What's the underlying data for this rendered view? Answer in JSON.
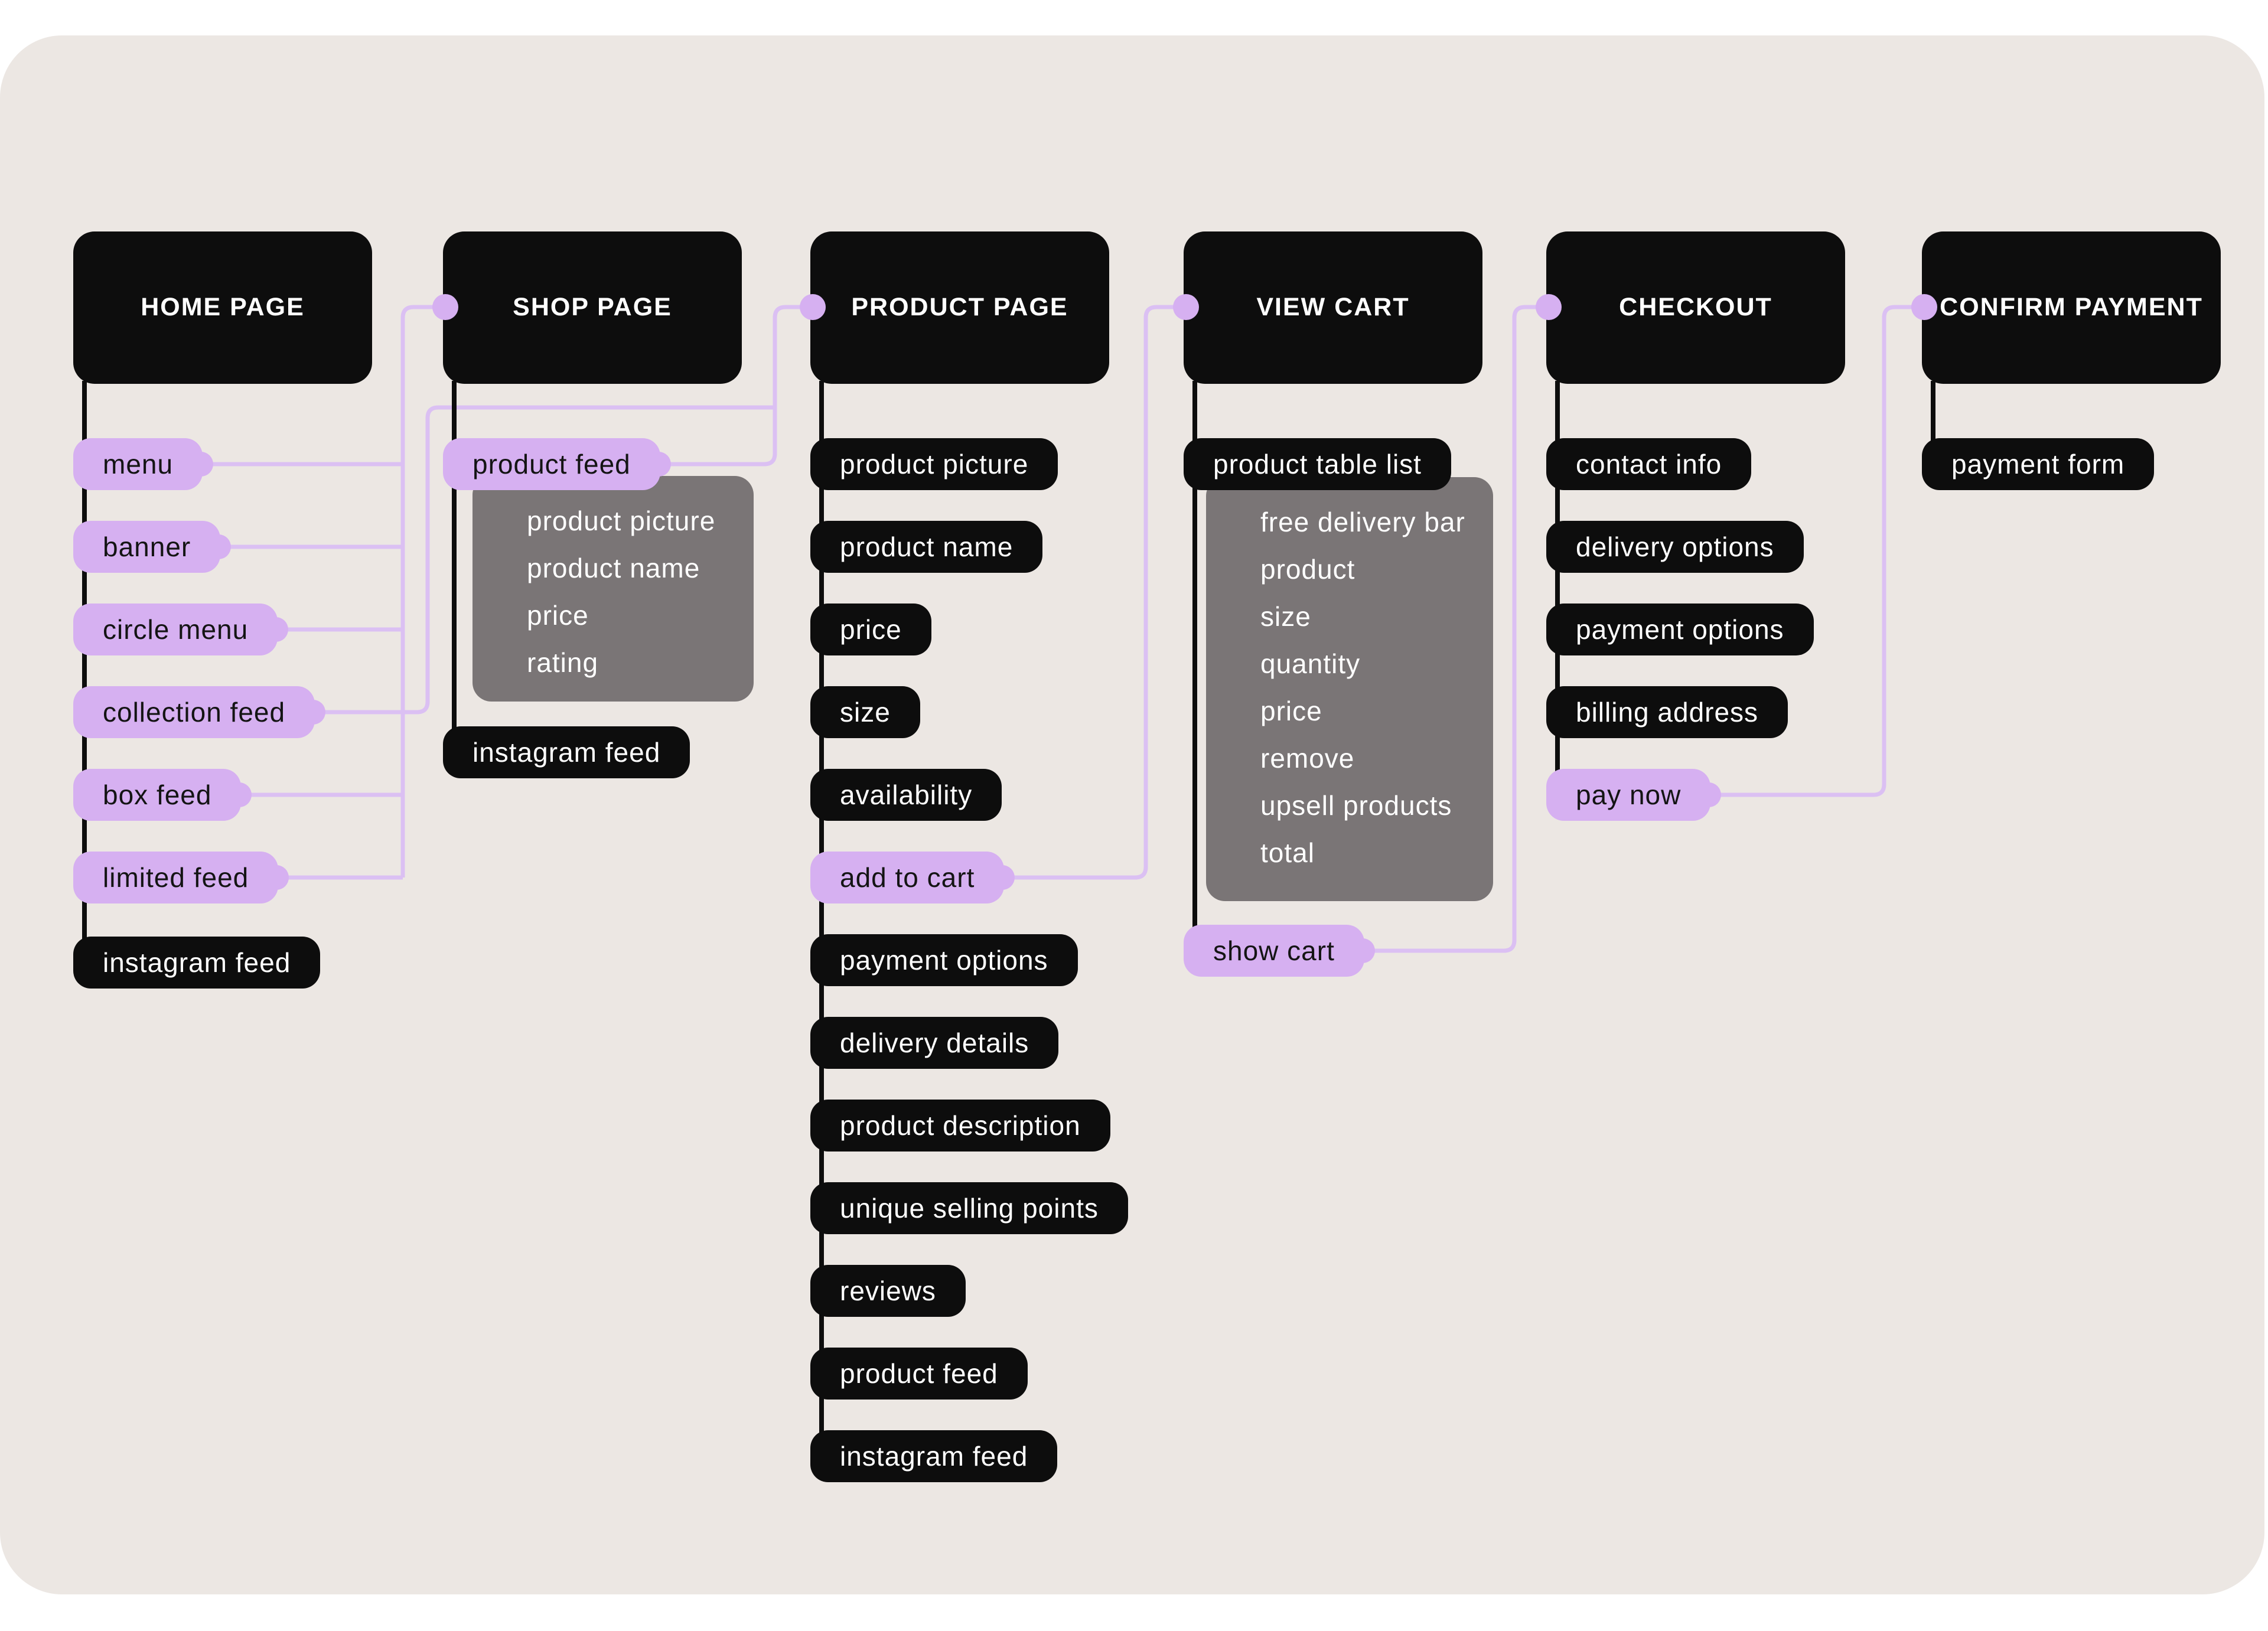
{
  "diagram": {
    "colors": {
      "accent": "#d6b0f1",
      "line": "#dbc0f3",
      "node": "#0d0d0d",
      "group": "#7a7576",
      "canvas": "#ece7e3"
    },
    "columns": [
      {
        "title": "HOME PAGE",
        "items": [
          "menu",
          "banner",
          "circle menu",
          "collection feed",
          "box feed",
          "limited feed",
          "instagram feed"
        ]
      },
      {
        "title": "SHOP PAGE",
        "items": [
          "product feed",
          "instagram feed"
        ],
        "group": [
          "product picture",
          "product name",
          "price",
          "rating"
        ]
      },
      {
        "title": "PRODUCT PAGE",
        "items": [
          "product picture",
          "product name",
          "price",
          "size",
          "availability",
          "add to cart",
          "payment options",
          "delivery details",
          "product description",
          "unique selling points",
          "reviews",
          "product feed",
          "instagram feed"
        ]
      },
      {
        "title": "VIEW CART",
        "items": [
          "product table list",
          "show cart"
        ],
        "group": [
          "free delivery bar",
          "product",
          "size",
          "quantity",
          "price",
          "remove",
          "upsell products",
          "total"
        ]
      },
      {
        "title": "CHECKOUT",
        "items": [
          "contact info",
          "delivery options",
          "payment options",
          "billing address",
          "pay now"
        ]
      },
      {
        "title": "CONFIRM PAYMENT",
        "items": [
          "payment form"
        ]
      }
    ]
  }
}
